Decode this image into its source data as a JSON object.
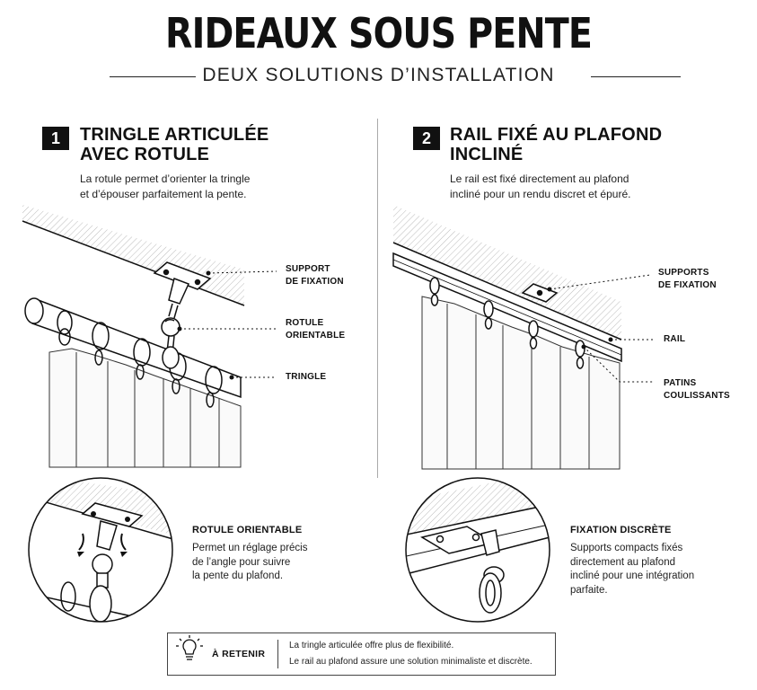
{
  "header": {
    "title": "RIDEAUX SOUS PENTE",
    "subtitle": "DEUX SOLUTIONS D’INSTALLATION"
  },
  "sections": [
    {
      "number": "1",
      "title_line1": "TRINGLE ARTICULÉE",
      "title_line2": "AVEC ROTULE",
      "desc_line1": "La rotule permet d’orienter la tringle",
      "desc_line2": "et d’épouser parfaitement la pente.",
      "callouts": [
        {
          "line1": "SUPPORT",
          "line2": "DE FIXATION"
        },
        {
          "line1": "ROTULE",
          "line2": "ORIENTABLE"
        },
        {
          "line1": "TRINGLE",
          "line2": ""
        }
      ],
      "detail": {
        "title": "ROTULE ORIENTABLE",
        "line1": "Permet un réglage précis",
        "line2": "de l’angle pour suivre",
        "line3": "la pente du plafond.",
        "line4": ""
      }
    },
    {
      "number": "2",
      "title_line1": "RAIL FIXÉ AU PLAFOND",
      "title_line2": "INCLINÉ",
      "desc_line1": "Le rail est fixé directement au plafond",
      "desc_line2": "incliné pour un rendu discret et épuré.",
      "callouts": [
        {
          "line1": "SUPPORTS",
          "line2": "DE FIXATION"
        },
        {
          "line1": "RAIL",
          "line2": ""
        },
        {
          "line1": "PATINS",
          "line2": "COULISSANTS"
        }
      ],
      "detail": {
        "title": "FIXATION DISCRÈTE",
        "line1": "Supports compacts fixés",
        "line2": "directement au plafond",
        "line3": "incliné pour une intégration",
        "line4": "parfaite."
      }
    }
  ],
  "retenir": {
    "icon": "lightbulb-icon",
    "label": "À RETENIR",
    "line1": "La tringle articulée offre plus de flexibilité.",
    "line2": "Le rail au plafond assure une solution minimaliste et discrète."
  }
}
